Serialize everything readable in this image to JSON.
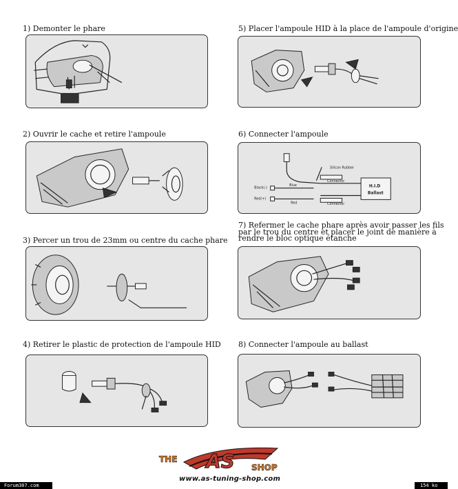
{
  "steps": [
    {
      "title": "1) Demonter le phare"
    },
    {
      "title": "2) Ouvrir le cache et retire l'ampoule"
    },
    {
      "title": "3) Percer un trou de 23mm ou centre du cache phare"
    },
    {
      "title": "4) Retirer le plastic de protection de l'ampoule HID"
    },
    {
      "title": "5) Placer l'ampoule HID à la place de l'ampoule d'origine"
    },
    {
      "title": "6) Connecter l'ampoule"
    },
    {
      "title": "7) Refermer le cache phare après avoir passer les fils par le trou du centre et placer le joint de manière à rendre le bloc optique étanche"
    },
    {
      "title": "8) Connecter l'ampoule au ballast"
    }
  ],
  "wiring_labels": {
    "rubber": "Silicon Rubber",
    "connector_top": "Connector",
    "connector_bottom": "Connector",
    "black": "Black(-)",
    "red": "Red(+)",
    "blue": "Blue",
    "red_wire": "Red",
    "ballast_line1": "H.I.D",
    "ballast_line2": "Ballast"
  },
  "logo": {
    "the": "THE",
    "as": "AS",
    "shop": "SHOP",
    "url": "www.as-tuning-shop.com"
  },
  "footer": {
    "left": "Forum307.com",
    "right": "154 ko"
  }
}
